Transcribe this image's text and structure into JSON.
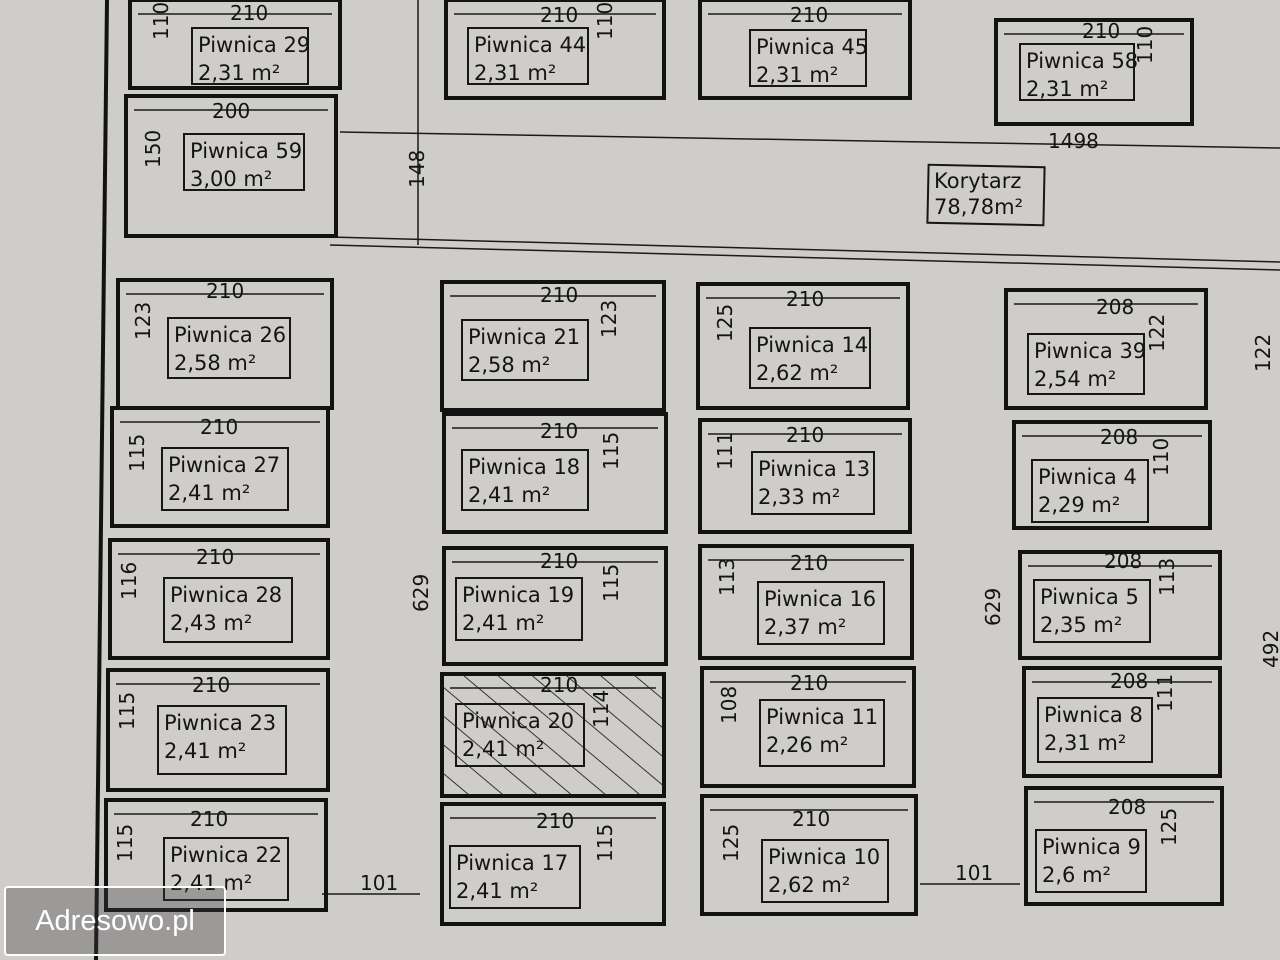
{
  "watermark": "Adresowo.pl",
  "corridor": {
    "name": "Korytarz",
    "area": "78,78m²"
  },
  "rooms": [
    {
      "id": "29",
      "name": "Piwnica 29",
      "area": "2,31 m²",
      "w": "210",
      "h": "110"
    },
    {
      "id": "44",
      "name": "Piwnica 44",
      "area": "2,31 m²",
      "w": "210",
      "h": "110"
    },
    {
      "id": "45",
      "name": "Piwnica 45",
      "area": "2,31 m²",
      "w": "210",
      "h": ""
    },
    {
      "id": "58",
      "name": "Piwnica 58",
      "area": "2,31 m²",
      "w": "210",
      "h": "110"
    },
    {
      "id": "59",
      "name": "Piwnica 59",
      "area": "3,00 m²",
      "w": "200",
      "h": "150"
    },
    {
      "id": "26",
      "name": "Piwnica 26",
      "area": "2,58 m²",
      "w": "210",
      "h": "123"
    },
    {
      "id": "21",
      "name": "Piwnica 21",
      "area": "2,58 m²",
      "w": "210",
      "h": "123"
    },
    {
      "id": "14",
      "name": "Piwnica 14",
      "area": "2,62 m²",
      "w": "210",
      "h": "125"
    },
    {
      "id": "39",
      "name": "Piwnica 39",
      "area": "2,54 m²",
      "w": "208",
      "h": "122"
    },
    {
      "id": "27",
      "name": "Piwnica 27",
      "area": "2,41 m²",
      "w": "210",
      "h": "115"
    },
    {
      "id": "18",
      "name": "Piwnica 18",
      "area": "2,41 m²",
      "w": "210",
      "h": "115"
    },
    {
      "id": "13",
      "name": "Piwnica 13",
      "area": "2,33 m²",
      "w": "210",
      "h": "111"
    },
    {
      "id": "4",
      "name": "Piwnica 4",
      "area": "2,29 m²",
      "w": "208",
      "h": "110"
    },
    {
      "id": "28",
      "name": "Piwnica 28",
      "area": "2,43 m²",
      "w": "210",
      "h": "116"
    },
    {
      "id": "19",
      "name": "Piwnica 19",
      "area": "2,41 m²",
      "w": "210",
      "h": "115"
    },
    {
      "id": "16",
      "name": "Piwnica 16",
      "area": "2,37 m²",
      "w": "210",
      "h": "113"
    },
    {
      "id": "5",
      "name": "Piwnica 5",
      "area": "2,35 m²",
      "w": "208",
      "h": "113"
    },
    {
      "id": "23",
      "name": "Piwnica 23",
      "area": "2,41 m²",
      "w": "210",
      "h": "115"
    },
    {
      "id": "20",
      "name": "Piwnica 20",
      "area": "2,41 m²",
      "w": "210",
      "h": "114",
      "highlighted": true
    },
    {
      "id": "11",
      "name": "Piwnica 11",
      "area": "2,26 m²",
      "w": "210",
      "h": "108"
    },
    {
      "id": "8",
      "name": "Piwnica 8",
      "area": "2,31 m²",
      "w": "208",
      "h": "111"
    },
    {
      "id": "22",
      "name": "Piwnica 22",
      "area": "2,41 m²",
      "w": "210",
      "h": "115"
    },
    {
      "id": "17",
      "name": "Piwnica 17",
      "area": "2,41 m²",
      "w": "210",
      "h": "115"
    },
    {
      "id": "10",
      "name": "Piwnica 10",
      "area": "2,62 m²",
      "w": "210",
      "h": "125"
    },
    {
      "id": "9",
      "name": "Piwnica 9",
      "area": "2,6 m²",
      "w": "208",
      "h": "125"
    }
  ],
  "dimensions": {
    "corridor_length": "1498",
    "corridor_width": "148",
    "wing_length_left": "629",
    "wing_length_right": "629",
    "door_left": "101",
    "door_right": "101",
    "edge_right_top": "122",
    "edge_right_mid": "492"
  },
  "colors": {
    "paper": "#cfcdc9",
    "ink": "#141414",
    "watermark_border": "#ffffff"
  }
}
